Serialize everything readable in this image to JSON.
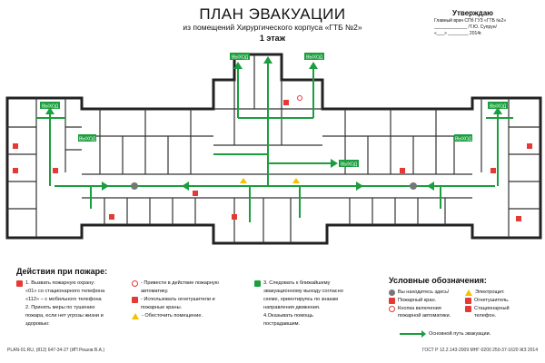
{
  "header": {
    "title": "ПЛАН ЭВАКУАЦИИ",
    "subtitle": "из помещений Хирургического корпуса «ГТБ №2»",
    "floor": "1 этаж"
  },
  "approval": {
    "heading": "Утверждаю",
    "position": "Главный врач СПб ГУЗ «ГТБ №2»",
    "signature": "_____________ /Т.Ю. Супрун/",
    "date": "«___» ________ 2014г."
  },
  "plan": {
    "exit_label": "ВЫХОД",
    "colors": {
      "walls": "#222222",
      "route": "#1b9e3e",
      "fire": "#e53935",
      "hazard": "#f2c200"
    }
  },
  "actions": {
    "heading": "Действия при пожаре:",
    "col1": [
      "1. Вызвать пожарную охрану:",
      "«01» со стационарного телефона",
      "«112» – с мобильного телефона",
      "2. Принять меры по тушению",
      "пожара, если нет угрозы жизни и",
      "здоровью:"
    ],
    "col2": [
      "- Привести в действие пожарную",
      "автоматику.",
      "- Использовать огнетушители и",
      "пожарные краны.",
      "- Обесточить помещение."
    ],
    "col3": [
      "3. Следовать к ближайшему",
      "эвакуационному выходу согласно",
      "схеме, ориентируясь по знакам",
      "направления движения.",
      "4.Оказывать помощь",
      "пострадавшим."
    ]
  },
  "legend": {
    "heading": "Условные обозначения:",
    "items": [
      {
        "label": "Вы находитесь здесь!",
        "icon": "you-are-here-icon"
      },
      {
        "label": "Электрощит.",
        "icon": "electrical-panel-icon"
      },
      {
        "label": "Пожарный кран.",
        "icon": "fire-hydrant-icon"
      },
      {
        "label": "Огнетушитель.",
        "icon": "extinguisher-icon"
      },
      {
        "label": "Кнопка включения пожарной автоматики.",
        "icon": "alarm-button-icon"
      },
      {
        "label": "Стационарный телефон.",
        "icon": "phone-icon"
      }
    ],
    "route_label": "Основной путь эвакуации."
  },
  "footer": {
    "left": "PLAN-01.RU, (812) 647-34-27 (ИП Решов В.А.)",
    "right": "ГОСТ Р 12.2.143-2009 МНГ-0200 250-37-1620 ЖЗ 2014"
  }
}
